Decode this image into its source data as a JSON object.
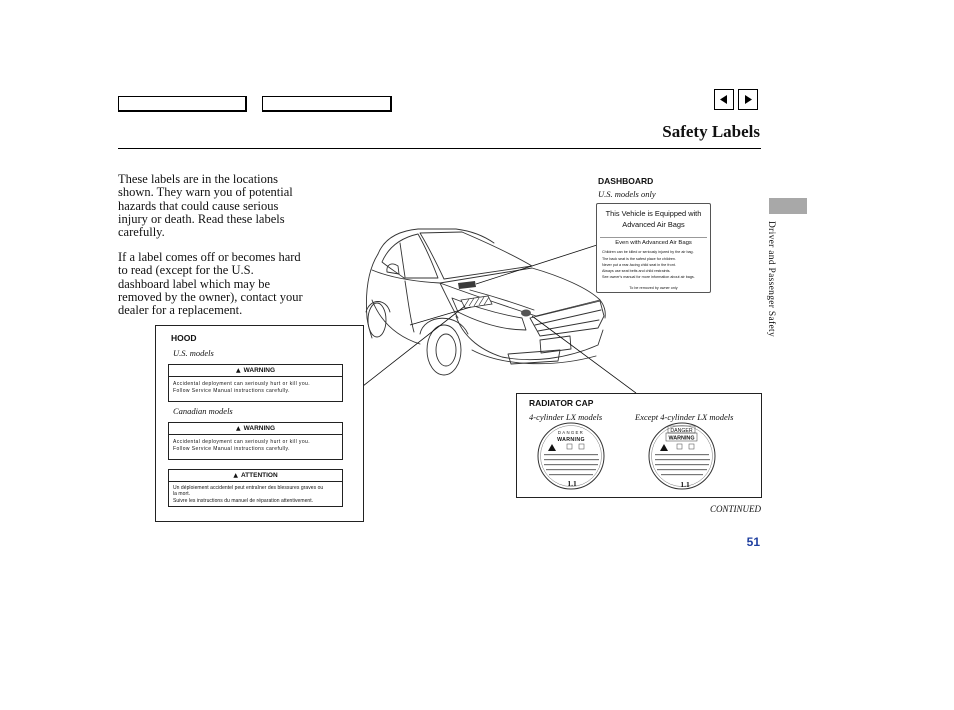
{
  "header": {
    "title": "Safety Labels"
  },
  "nav": {
    "prev_icon": "triangle-left-icon",
    "next_icon": "triangle-right-icon"
  },
  "intro": {
    "para1": [
      "These labels are in the locations",
      "shown. They warn you of potential",
      "hazards that could cause serious",
      "injury or death. Read these labels",
      "carefully."
    ],
    "para2": [
      "If a label comes off or becomes hard",
      "to read (except for the U.S.",
      "dashboard label which may be",
      "removed by the owner), contact your",
      "dealer for a replacement."
    ]
  },
  "hood": {
    "heading": "HOOD",
    "us_caption": "U.S. models",
    "canadian_caption": "Canadian models",
    "warning_label": {
      "icon": "warning-triangle-icon",
      "title": "WARNING",
      "lines": [
        "Accidental deployment can seriously hurt or kill you.",
        "Follow Service Manual instructions carefully."
      ]
    },
    "attention_label": {
      "icon": "warning-triangle-icon",
      "title": "ATTENTION",
      "lines": [
        "Un déploiement accidentel peut entraîner des blessures graves ou",
        "la mort.",
        "Suivre les instructions du manuel de réparation attentivement."
      ]
    }
  },
  "dashboard": {
    "heading": "DASHBOARD",
    "caption": "U.S. models only",
    "label": {
      "title_lines": [
        "This Vehicle is Equipped with",
        "Advanced Air Bags"
      ],
      "subtitle": "Even with Advanced Air Bags",
      "lines": [
        "Children can be killed or seriously injured by the air bag.",
        "The back seat is the safest place for children.",
        "Never put a rear-facing child seat in the front.",
        "Always use seat belts and child restraints.",
        "See owner's manual for more information about air bags."
      ],
      "footer": "To be removed by owner only"
    }
  },
  "radiator_cap": {
    "heading": "RADIATOR CAP",
    "left_caption": "4-cylinder LX models",
    "right_caption": "Except 4-cylinder LX models",
    "cap_danger": "DANGER",
    "cap_warning": "WARNING",
    "cap_rating": "1.1"
  },
  "side_tab": {
    "label": "Driver and Passenger Safety"
  },
  "footer": {
    "continued": "CONTINUED",
    "page_number": "51"
  },
  "colors": {
    "text": "#111111",
    "side_tab": "#a8a8a8",
    "page_number": "#1f3fa0"
  }
}
